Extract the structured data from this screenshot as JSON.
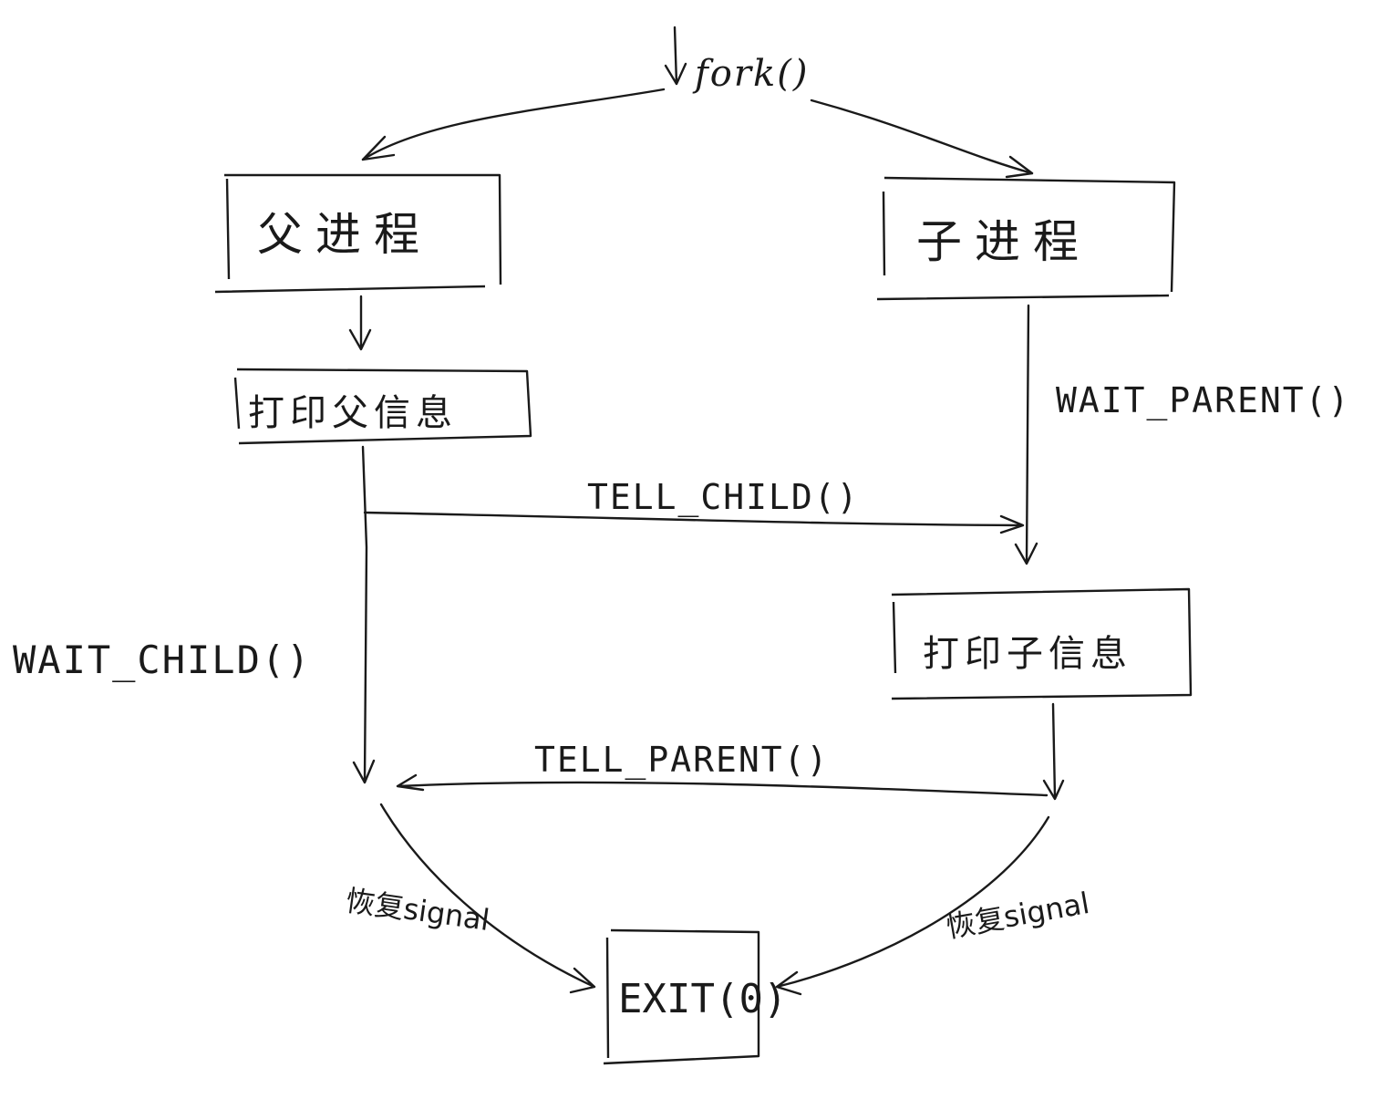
{
  "diagram": {
    "entry_label": "fork()",
    "nodes": {
      "parent": "父进程",
      "child": "子进程",
      "print_parent": "打印父信息",
      "print_child": "打印子信息",
      "exit": "EXIT(0)"
    },
    "edges": {
      "wait_parent": "WAIT_PARENT()",
      "tell_child": "TELL_CHILD()",
      "wait_child": "WAIT_CHILD()",
      "tell_parent": "TELL_PARENT()",
      "restore_left": "恢复signal",
      "restore_right": "恢复signal"
    }
  }
}
